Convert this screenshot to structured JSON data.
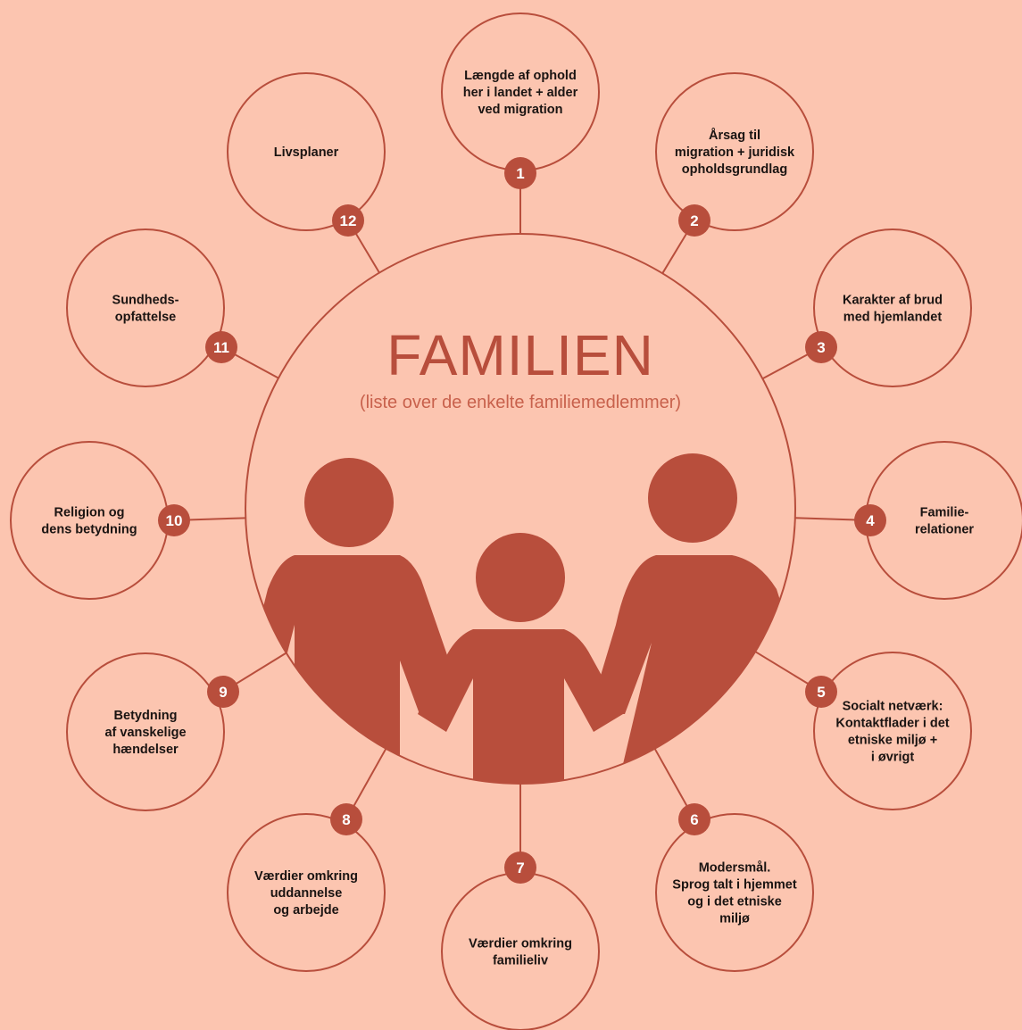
{
  "center": {
    "title": "FAMILIEN",
    "subtitle": "(liste over de enkelte familiemedlemmer)"
  },
  "nodes": [
    {
      "number": "1",
      "lines": [
        "Længde af ophold",
        "her i landet + alder",
        "ved migration"
      ]
    },
    {
      "number": "2",
      "lines": [
        "Årsag til",
        "migration + juridisk",
        "opholdsgrundlag"
      ]
    },
    {
      "number": "3",
      "lines": [
        "Karakter af brud",
        "med hjemlandet"
      ]
    },
    {
      "number": "4",
      "lines": [
        "Familie-",
        "relationer"
      ]
    },
    {
      "number": "5",
      "lines": [
        "Socialt netværk:",
        "Kontaktflader i det",
        "etniske miljø +",
        "i øvrigt"
      ]
    },
    {
      "number": "6",
      "lines": [
        "Modersmål.",
        "Sprog talt i hjemmet",
        "og i det etniske",
        "miljø"
      ]
    },
    {
      "number": "7",
      "lines": [
        "Værdier omkring",
        "familieliv"
      ]
    },
    {
      "number": "8",
      "lines": [
        "Værdier omkring",
        "uddannelse",
        "og arbejde"
      ]
    },
    {
      "number": "9",
      "lines": [
        "Betydning",
        "af vanskelige",
        "hændelser"
      ]
    },
    {
      "number": "10",
      "lines": [
        "Religion og",
        "dens betydning"
      ]
    },
    {
      "number": "11",
      "lines": [
        "Sundheds-",
        "opfattelse"
      ]
    },
    {
      "number": "12",
      "lines": [
        "Livsplaner"
      ]
    }
  ],
  "colors": {
    "background": "#fcc5b0",
    "accent": "#b84e3c",
    "text": "#1a1412"
  }
}
